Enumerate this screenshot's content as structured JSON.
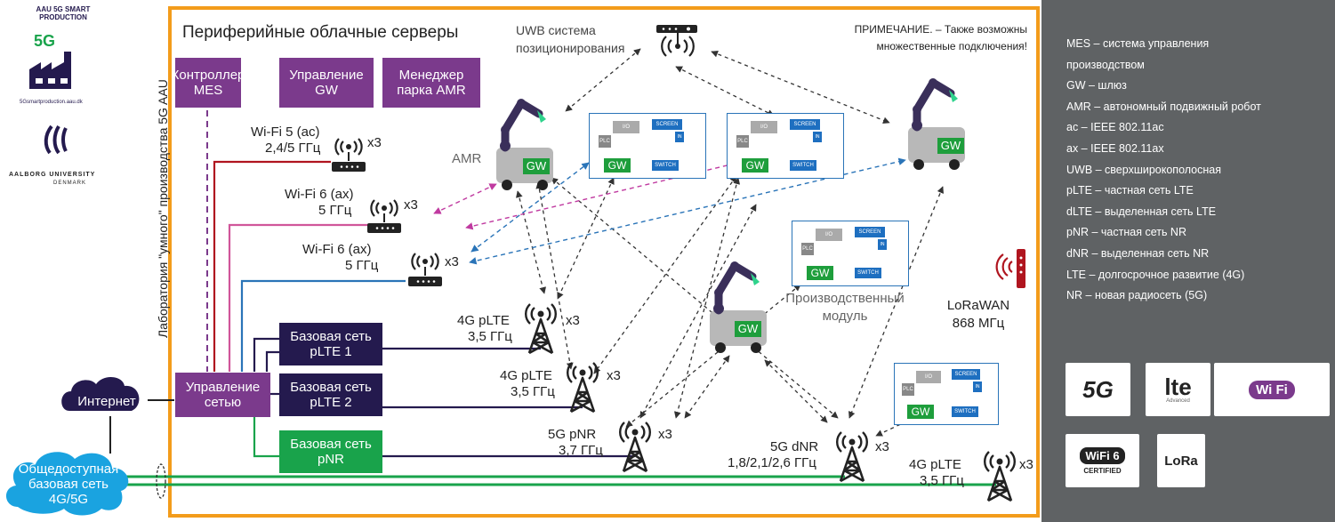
{
  "left_panel": {
    "logo_arc_text": "AAU 5G SMART PRODUCTION",
    "logo_5g": "5G",
    "logo_url": "5Gsmartproduction.aau.dk",
    "university": "AALBORG UNIVERSITY",
    "country": "DENMARK",
    "vertical_title": "Лаборатория \"умного\" производства 5G AAU"
  },
  "main": {
    "title": "Периферийные облачные серверы",
    "note": "ПРИМЕЧАНИЕ. – Также возможны множественные подключения!",
    "uwb": "UWB система позиционирования",
    "servers": [
      "Контроллер MES",
      "Управление GW",
      "Менеджер парка AMR"
    ],
    "network_mgmt": "Управление сетью",
    "core_networks": [
      "Базовая сеть pLTE 1",
      "Базовая сеть pLTE 2",
      "Базовая сеть pNR"
    ],
    "internet": "Интернет",
    "public_net": "Общедоступная базовая сеть 4G/5G",
    "wifi": [
      {
        "name": "Wi-Fi 5 (ac)",
        "band": "2,4/5 ГГц",
        "mult": "x3"
      },
      {
        "name": "Wi-Fi 6 (ax)",
        "band": "5 ГГц",
        "mult": "x3"
      },
      {
        "name": "Wi-Fi 6 (ax)",
        "band": "5 ГГц",
        "mult": "x3"
      }
    ],
    "cells": [
      {
        "name": "4G pLTE",
        "band": "3,5 ГГц",
        "mult": "x3"
      },
      {
        "name": "4G pLTE",
        "band": "3,5 ГГц",
        "mult": "x3"
      },
      {
        "name": "5G pNR",
        "band": "3,7 ГГц",
        "mult": "x3"
      },
      {
        "name": "5G dNR",
        "band": "1,8/2,1/2,6 ГГц",
        "mult": "x3"
      },
      {
        "name": "4G pLTE",
        "band": "3,5 ГГц",
        "mult": "x3"
      }
    ],
    "amr_label": "AMR",
    "production_module": "Производственный модуль",
    "lorawan": "LoRaWAN 868 МГц",
    "gw": "GW",
    "station_labels": {
      "plc": "PLC",
      "io": "I/O",
      "screen": "SCREEN",
      "in": "IN",
      "switch": "SWITCH",
      "gw": "GW"
    }
  },
  "legend": [
    "MES – система управления",
    "производством",
    "GW – шлюз",
    "AMR – автономный подвижный робот",
    "ac – IEEE 802.11ac",
    "ax – IEEE 802.11ax",
    "UWB – сверхширокополосная",
    "pLTE – частная сеть LTE",
    "dLTE – выделенная сеть LTE",
    "pNR – частная сеть NR",
    "dNR – выделенная сеть NR",
    "LTE – долгосрочное развитие (4G)",
    "NR – новая радиосеть (5G)"
  ],
  "logos": {
    "five_g": "5G",
    "lte": "lte",
    "lte_adv": "Advanced",
    "wifi": "Wi Fi",
    "wifi6": "WiFi 6",
    "wifi6_cert": "CERTIFIED",
    "lora": "LoRa"
  },
  "colors": {
    "orange": "#f39c1b",
    "purple": "#7b3a8c",
    "navy": "#241a4e",
    "green": "#19a34b",
    "red": "#b0151f",
    "pink": "#d0569a",
    "blue": "#2a74b8",
    "magenta": "#c03aa0",
    "cyan": "#1aa3e0",
    "panel": "#5f6264"
  }
}
